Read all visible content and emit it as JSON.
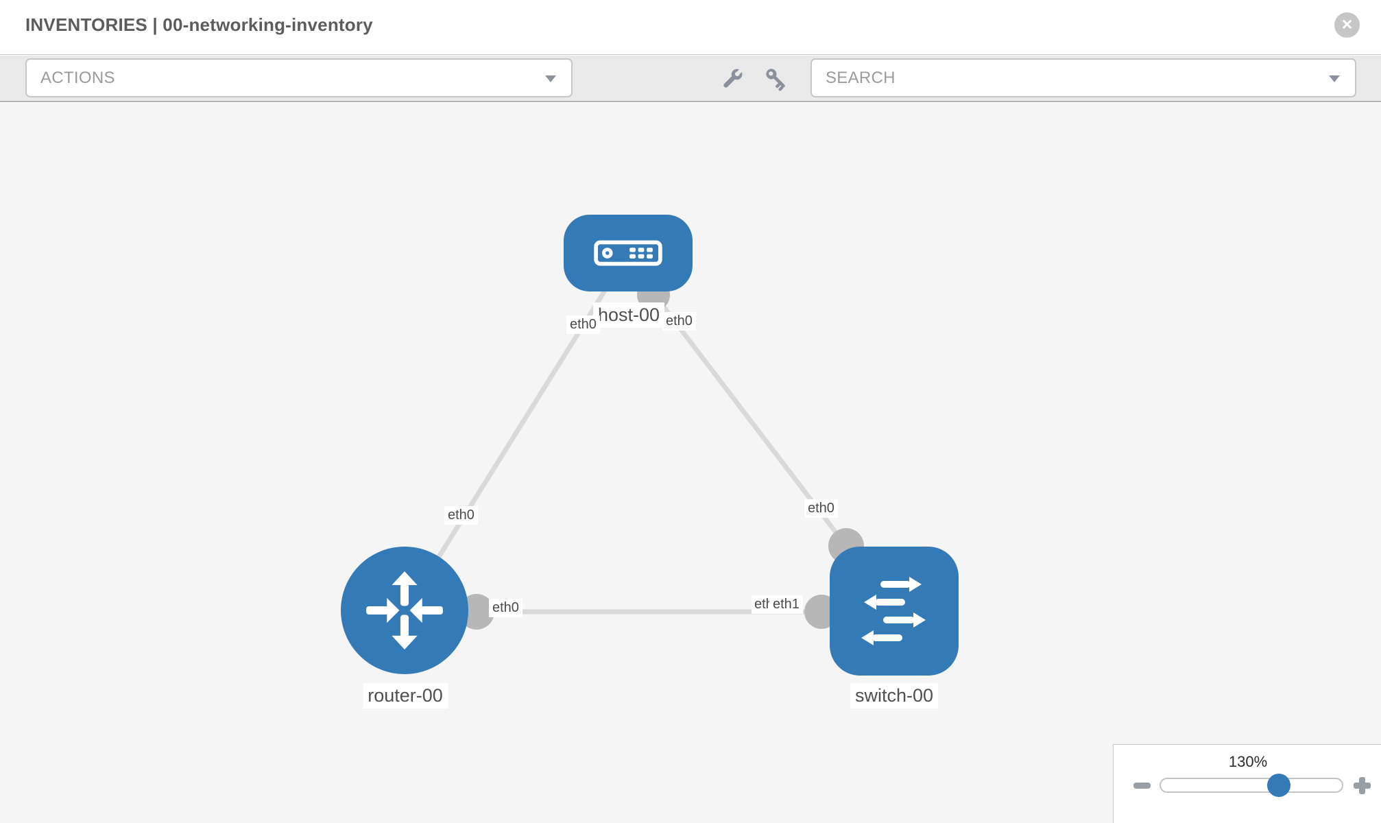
{
  "header": {
    "title": "INVENTORIES | 00-networking-inventory"
  },
  "toolbar": {
    "actions_label": "ACTIONS",
    "search_label": "SEARCH"
  },
  "icons": {
    "close": "✕",
    "wrench": "wrench-icon",
    "key": "key-icon",
    "dropdown_arrow": "chevron-down-icon",
    "zoom_out": "minus-icon",
    "zoom_in": "plus-icon"
  },
  "topology": {
    "nodes": [
      {
        "id": "host-00",
        "label": "host-00",
        "type": "host"
      },
      {
        "id": "router-00",
        "label": "router-00",
        "type": "router"
      },
      {
        "id": "switch-00",
        "label": "switch-00",
        "type": "switch"
      }
    ],
    "links": [
      {
        "a": "host-00",
        "a_if": "eth0",
        "b": "router-00",
        "b_if": "eth0"
      },
      {
        "a": "host-00",
        "a_if": "eth0",
        "b": "switch-00",
        "b_if": "eth0"
      },
      {
        "a": "router-00",
        "a_if": "eth0",
        "b": "switch-00",
        "b_if": "eth1"
      }
    ],
    "if_labels": {
      "hr_host": "eth0",
      "hr_router": "eth0",
      "hs_host": "eth0",
      "hs_switch": "eth0",
      "rs_router": "eth0",
      "rs_switch_under": "eth0",
      "rs_switch": "eth1"
    }
  },
  "zoom_control": {
    "percent": "130%",
    "value_pct": 65
  },
  "colors": {
    "node_blue": "#337ab7",
    "link_gray": "#d9d9d9",
    "connector_gray": "#b7b7b7",
    "canvas_bg": "#f5f5f5",
    "toolbar_bg": "#e9e9e9"
  }
}
